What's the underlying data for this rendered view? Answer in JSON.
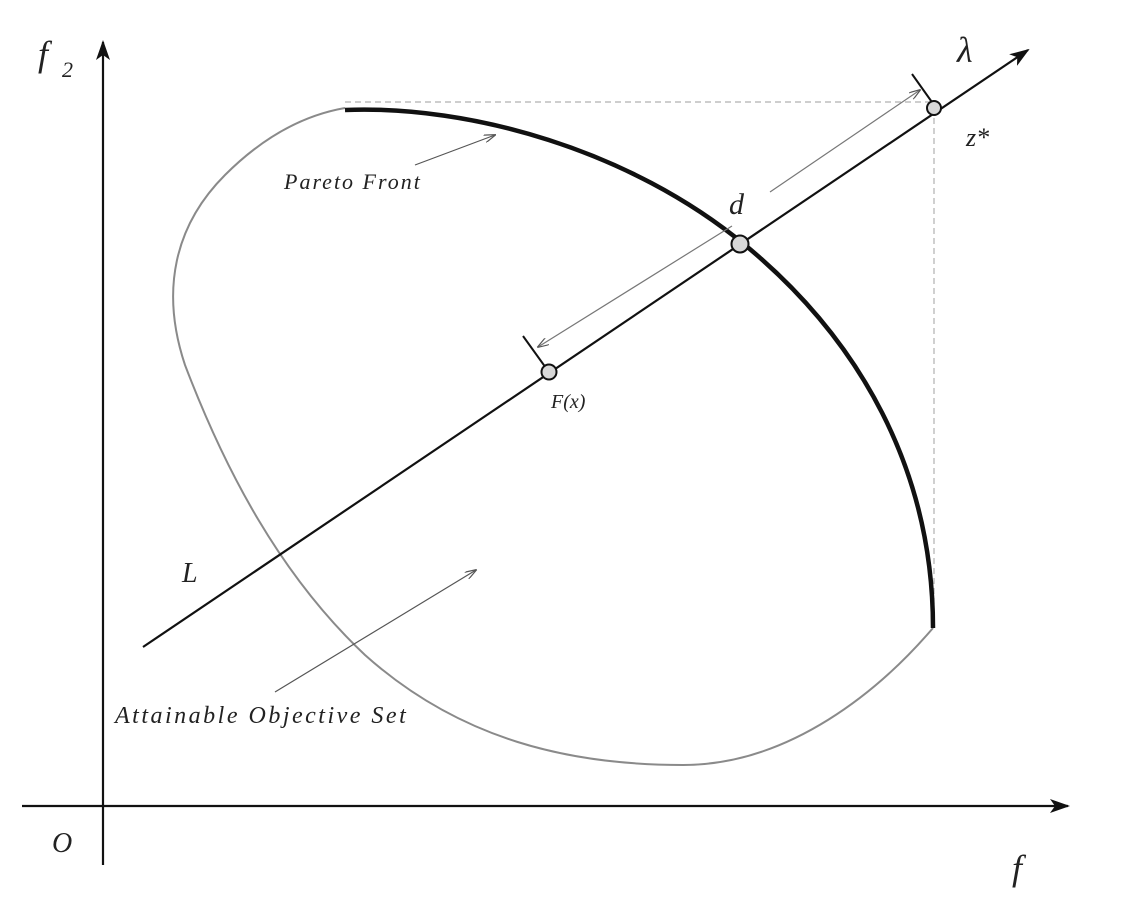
{
  "labels": {
    "f2": "f",
    "f2_sub": "2",
    "f1": "f",
    "origin": "O",
    "lambda": "λ",
    "z_star": "z*",
    "d": "d",
    "fx": "F(x)",
    "L": "L",
    "pareto_front": "Pareto Front",
    "attainable_set": "Attainable Objective Set"
  },
  "colors": {
    "axis": "#111111",
    "pareto_front": "#111111",
    "region_boundary": "#8a8a8a",
    "dashed": "#b0b0b0",
    "point_fill": "#d8d8d8"
  }
}
